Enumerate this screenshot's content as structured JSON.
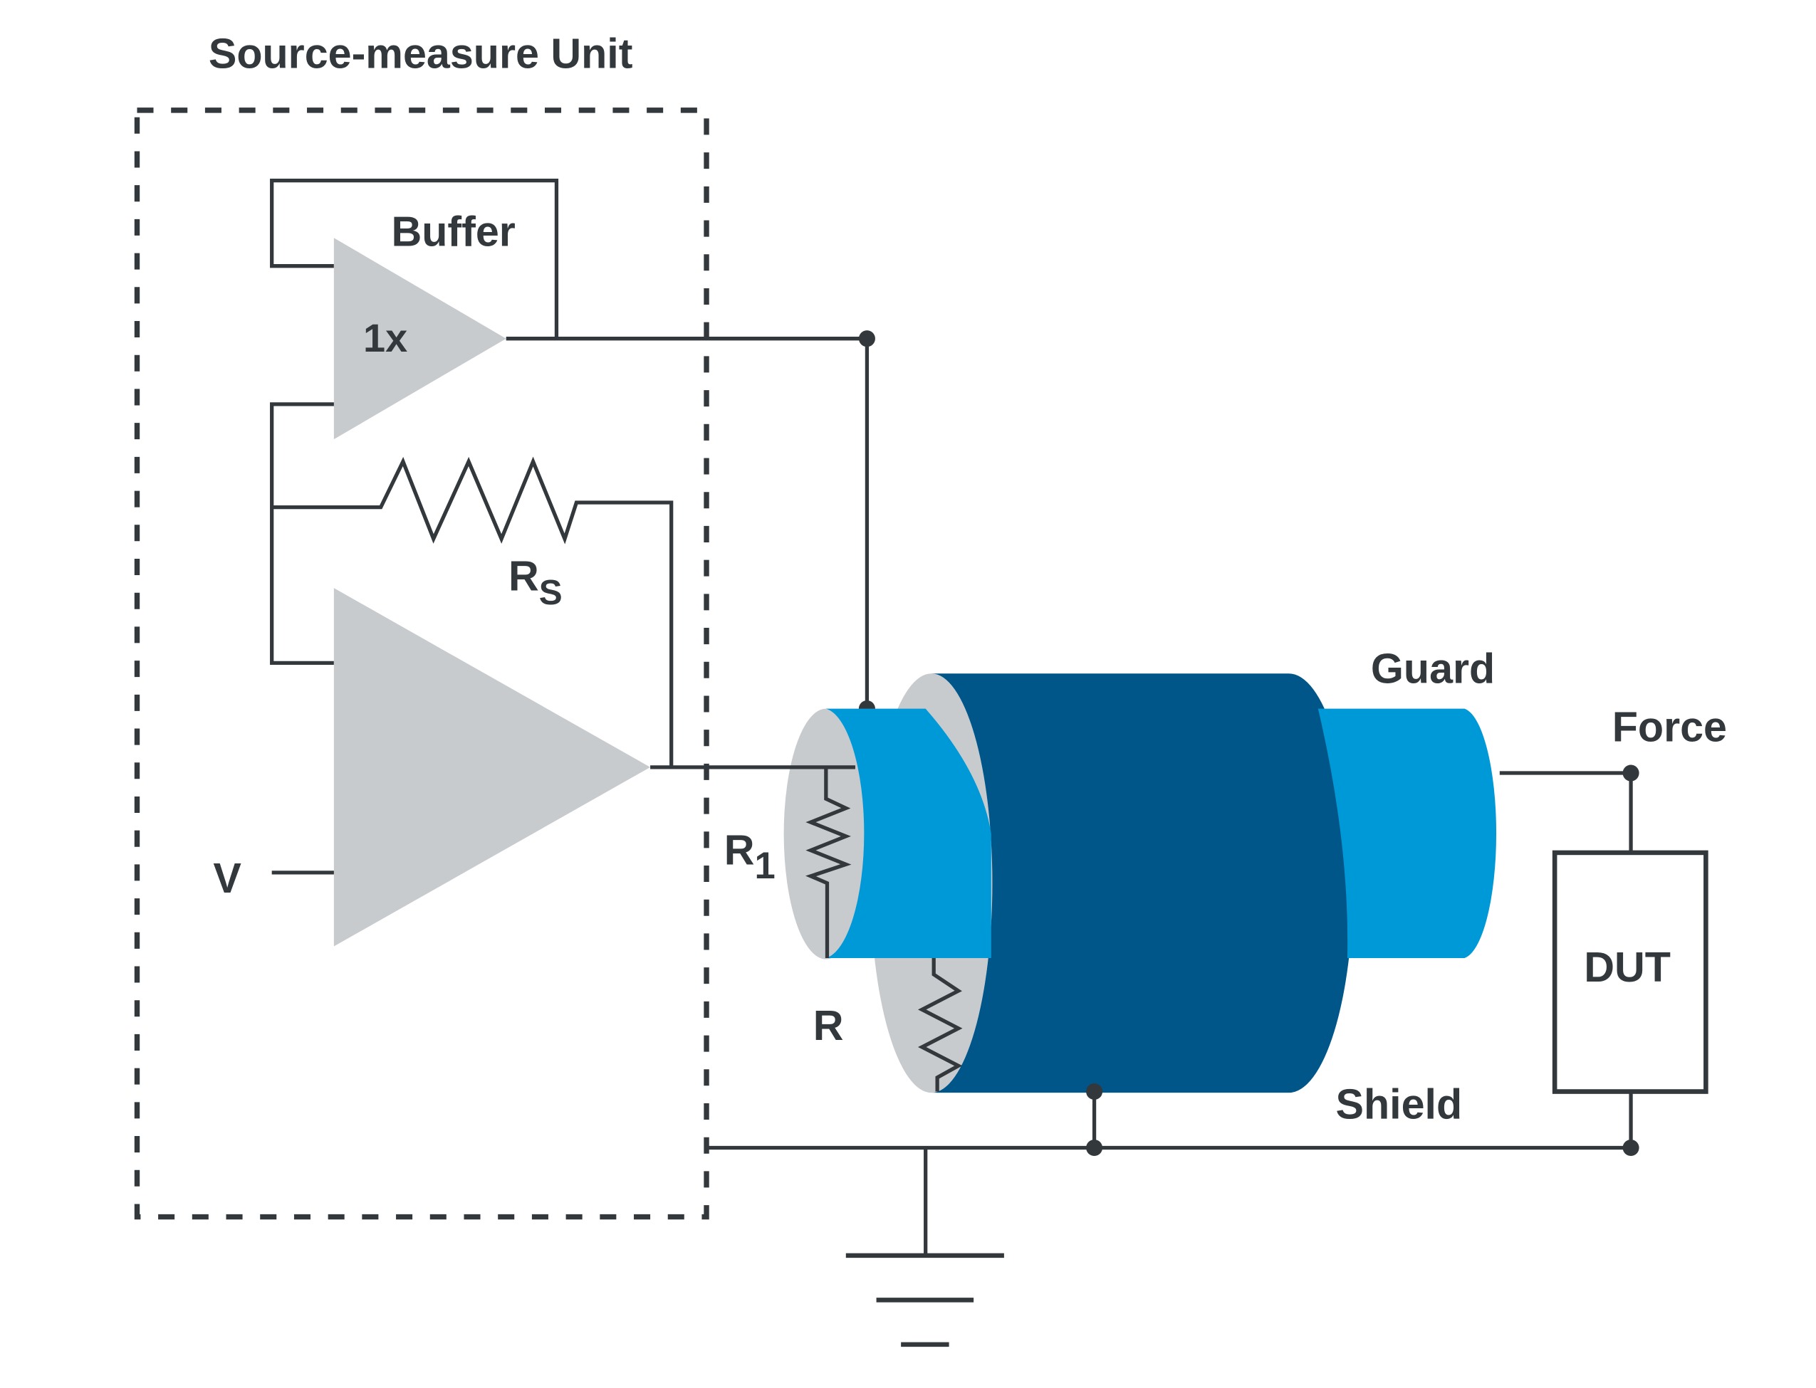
{
  "title": "Source-measure Unit",
  "labels": {
    "buffer": "Buffer",
    "gain": "1x",
    "rs_main": "R",
    "rs_sub": "S",
    "r1_main": "R",
    "r1_sub": "1",
    "r": "R",
    "v": "V",
    "guard": "Guard",
    "force": "Force",
    "shield": "Shield",
    "dut": "DUT"
  },
  "colors": {
    "line": "#33383c",
    "amplifier_fill": "#c8cbce",
    "guard": "#0099d8",
    "shield": "#005689",
    "cable_end": "#c8cbce"
  }
}
